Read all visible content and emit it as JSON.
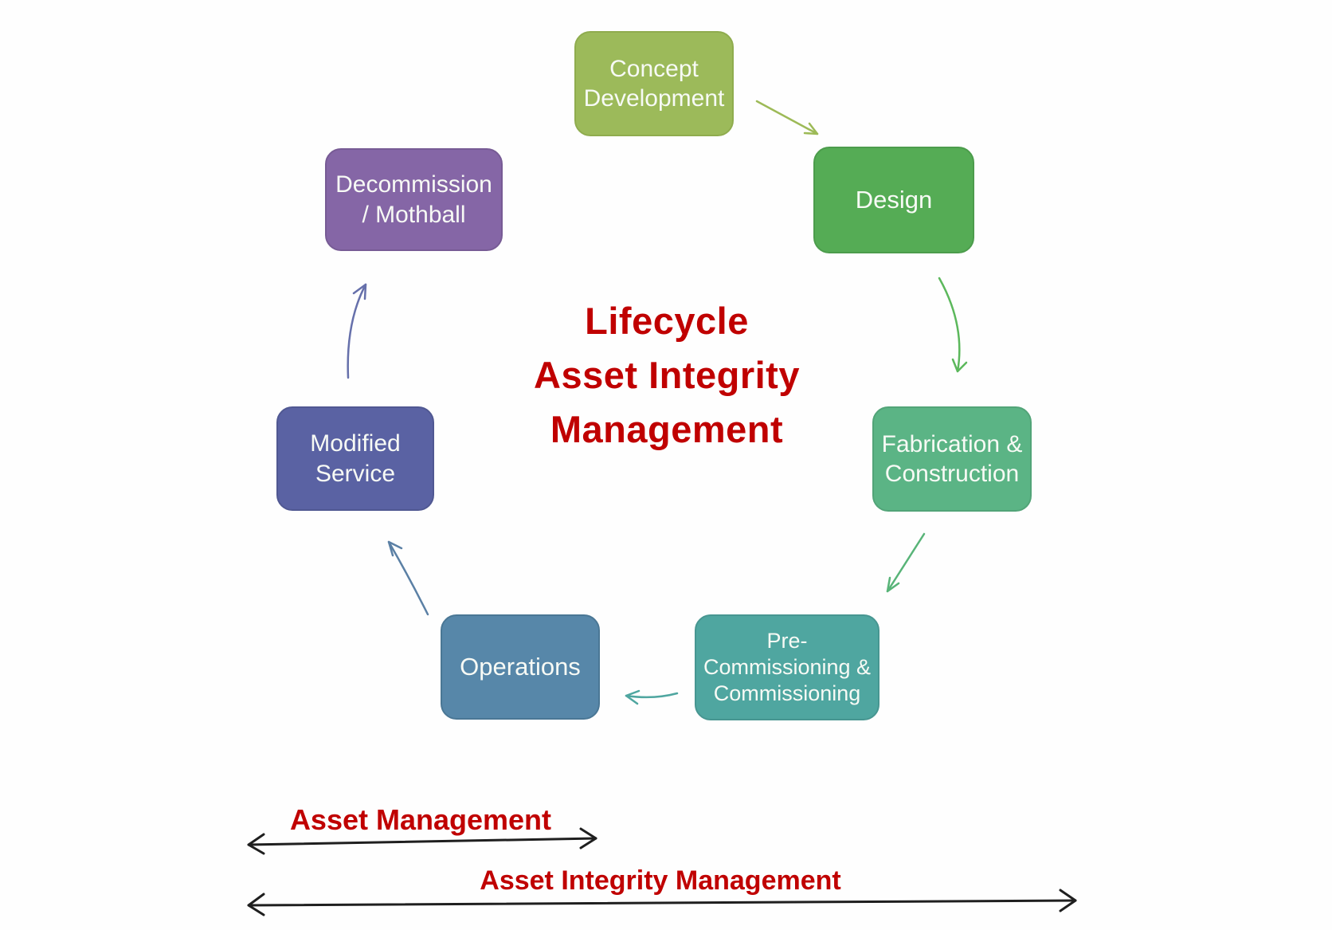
{
  "diagram": {
    "type": "lifecycle-cycle",
    "title": {
      "text": "Lifecycle\nAsset Integrity\nManagement",
      "color": "#C00000"
    },
    "stages": [
      {
        "name": "concept-development",
        "label": "Concept\nDevelopment",
        "fill": "#9CBA5A",
        "border": "#8FAC4E"
      },
      {
        "name": "design",
        "label": "Design",
        "fill": "#55AC55",
        "border": "#4C9C4C"
      },
      {
        "name": "fabrication-construction",
        "label": "Fabrication &\nConstruction",
        "fill": "#5BB485",
        "border": "#52A478"
      },
      {
        "name": "pre-commissioning",
        "label": "Pre-\nCommissioning &\nCommissioning",
        "fill": "#4FA6A0",
        "border": "#479691"
      },
      {
        "name": "operations",
        "label": "Operations",
        "fill": "#5787A9",
        "border": "#4A7795"
      },
      {
        "name": "modified-service",
        "label": "Modified\nService",
        "fill": "#5A62A3",
        "border": "#505892"
      },
      {
        "name": "decommission-mothball",
        "label": "Decommission\n/ Mothball",
        "fill": "#8566A6",
        "border": "#775B95"
      }
    ],
    "flow_arrows": [
      {
        "from": "Concept Development",
        "to": "Design",
        "color": "#9DBA57"
      },
      {
        "from": "Design",
        "to": "Fabrication & Construction",
        "color": "#5CB85C"
      },
      {
        "from": "Fabrication & Construction",
        "to": "Pre-Commissioning & Commissioning",
        "color": "#58B478"
      },
      {
        "from": "Pre-Commissioning & Commissioning",
        "to": "Operations",
        "color": "#4FA6A0"
      },
      {
        "from": "Operations",
        "to": "Modified Service",
        "color": "#5B80A5"
      },
      {
        "from": "Modified Service",
        "to": "Decommission / Mothball",
        "color": "#6670AB"
      }
    ],
    "scope_arrows": [
      {
        "label": "Asset Management",
        "label_color": "#C00000",
        "arrow_color": "#1F1F1F"
      },
      {
        "label": "Asset Integrity Management",
        "label_color": "#C00000",
        "arrow_color": "#1F1F1F"
      }
    ]
  }
}
